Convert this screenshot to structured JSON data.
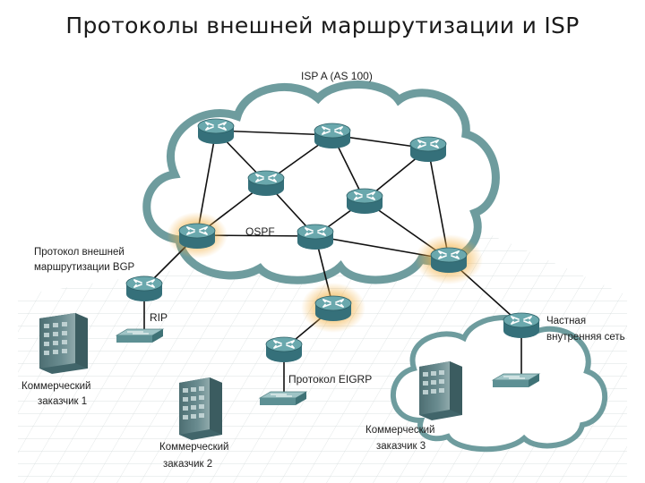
{
  "title": "Протоколы внешней маршрутизации и ISP",
  "labels": {
    "isp": "ISP A (AS 100)",
    "ospf": "OSPF",
    "bgp_line1": "Протокол внешней",
    "bgp_line2": "маршрутизации BGP",
    "rip": "RIP",
    "eigrp": "Протокол EIGRP",
    "private_line1": "Частная",
    "private_line2": "внутренняя сеть",
    "customer1_line1": "Коммерческий",
    "customer1_line2": "заказчик 1",
    "customer2_line1": "Коммерческий",
    "customer2_line2": "заказчик 2",
    "customer3_line1": "Коммерческий",
    "customer3_line2": "заказчик 3"
  },
  "icons": {
    "router": "router-icon",
    "border_router": "border-router-icon",
    "switch": "switch-icon",
    "server": "server-building-icon",
    "cloud": "cloud-icon"
  },
  "colors": {
    "router_body": "#3d7a80",
    "router_top": "#5fa1a6",
    "border_glow": "#f2b247",
    "cloud_stroke": "#6e9c9e",
    "cloud_fill": "#ffffff",
    "link": "#111111",
    "grid": "#cfd6d6",
    "server": "#5f8084"
  }
}
